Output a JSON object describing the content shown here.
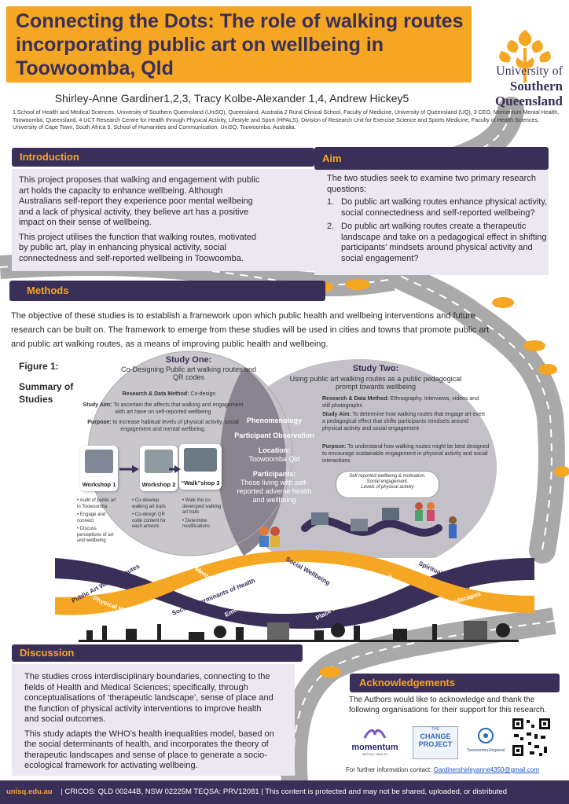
{
  "header": {
    "title": "Connecting the Dots: The role of walking routes incorporating public art on wellbeing in Toowoomba, Qld",
    "university_line1": "University of",
    "university_line2": "Southern",
    "university_line3": "Queensland"
  },
  "authors": "Shirley-Anne Gardiner1,2,3, Tracy Kolbe-Alexander 1,4, Andrew Hickey5",
  "affiliations": "1 School of Health and Medical Sciences, University of Southern Queensland (UniSQ), Queensland, Australia 2 Rural Clinical School, Faculty of Medicine, University of Queensland (UQ), 3 CEO, Momentum Mental Health, Toowoomba, Queensland, 4 UCT Research Centre for Health through Physical Activity, Lifestyle and Sport (HPALS), Division of Research Unit for Exercise Science and Sports Medicine, Faculty of Health Sciences, University of Cape Town, South Africa 5. School of Humanities and Communication, UniSQ, Toowoomba, Australia.",
  "introduction": {
    "heading": "Introduction",
    "p1": "This project proposes that walking and engagement with public art holds the capacity to enhance wellbeing. Although Australians self-report they experience poor mental wellbeing and a lack of physical activity, they believe art has a positive impact on their sense of wellbeing.",
    "p2": "This project utilises the function that walking routes, motivated by public art, play in enhancing physical activity, social connectedness and self-reported wellbeing in Toowoomba."
  },
  "aim": {
    "heading": "Aim",
    "intro": "The two studies seek to examine two primary research questions:",
    "items": [
      {
        "num": "1.",
        "text": "Do public art walking routes enhance physical activity, social connectedness and self-reported wellbeing?"
      },
      {
        "num": "2.",
        "text": "Do public art walking routes create a therapeutic landscape and take on a pedagogical effect in shifting participants' mindsets around physical activity and social engagement?"
      }
    ]
  },
  "methods": {
    "heading": "Methods",
    "text": "The objective of these studies is to establish a framework upon which public health and wellbeing interventions and future research can be built on. The framework to emerge from these studies will  be used in cities and towns that promote public art and public art walking routes, as a means of improving public health and wellbeing."
  },
  "figure": {
    "label": "Figure 1:",
    "caption": "Summary of Studies",
    "study1": {
      "title": "Study One:",
      "subtitle": "Co-Designing Public art walking routes and QR codes",
      "method_label": "Research & Data Method:",
      "method": "Co-design",
      "aim_label": "Study Aim:",
      "aim": "To ascertain the affects that walking and engagement with art have on self-reported wellbeing",
      "purpose_label": "Purpose:",
      "purpose": "to increase habitual levels of physical activity, social engagement and mental wellbeing.",
      "workshops": [
        {
          "label": "Workshop 1",
          "notes": [
            "Audit of public art in Toowoomba",
            "Engage and connect",
            "Discuss perceptions of art and wellbeing"
          ]
        },
        {
          "label": "Workshop 2",
          "notes": [
            "Co-develop walking art trails",
            "Co-design QR code content for each artwork"
          ]
        },
        {
          "label": "“Walk”shop 3",
          "notes": [
            "Walk the co-developed walking art trails",
            "Determine modifications"
          ]
        }
      ]
    },
    "overlap": {
      "l1": "Phenomenology",
      "l2": "Participant Observation",
      "loc_label": "Location:",
      "loc": "Toowoomba Qld",
      "part_label": "Participants:",
      "part": "Those living with self-reported adverse health and wellbeing"
    },
    "study2": {
      "title": "Study Two:",
      "subtitle": "Using public art walking routes as a public pedagogical prompt towards wellbeing",
      "method_label": "Research & Data Method:",
      "method": "Ethnography. Interviews, videos and still photographs",
      "aim_label": "Study Aim:",
      "aim": "To determine how walking routes that engage art exert a pedagogical effect that shifts participants mindsets around physical activity and social engagement",
      "purpose_label": "Purpose:",
      "purpose": "To understand how walking routes might be best designed to encourage sustainable engagement in physical activity and social interactions",
      "cloud_l1": "Self reported wellbeing & motivation.",
      "cloud_l2": "Social engagement.",
      "cloud_l3": "Levels of physical activity"
    },
    "bands": [
      "Public Art Walking routes",
      "Physical Wellbeing",
      "Mental &",
      "Social Determinants of Health",
      "Emotional Wellbeing",
      "Social Wellbeing",
      "Place and Human Geography",
      "Spiritual Wellbeing",
      "Therapeutic Landscapes"
    ]
  },
  "discussion": {
    "heading": "Discussion",
    "p1": "The studies cross interdisciplinary boundaries, connecting to the fields of Health and Medical Sciences; specifically, through conceptualisations of ‘therapeutic landscape’, sense of place and the function of physical activity interventions to improve health and social outcomes.",
    "p2": "This study adapts the WHO’s health inequalities model, based on the social determinants of health, and incorporates the theory of therapeutic landscapes and sense of place  to generate a socio-ecological framework for activating wellbeing."
  },
  "acknowledgements": {
    "heading": "Acknowledgements",
    "text": "The Authors would like to acknowledge and thank the following organisations for their support for this research.",
    "contact_label": "For further information contact:",
    "contact_email": "Gardinershirleyanne4350@gmail.com",
    "logo_momentum": "momentum",
    "logo_momentum_sub": "MENTAL HEALTH",
    "logo_change1": "THE",
    "logo_change2": "CHANGE",
    "logo_change3": "PROJECT",
    "logo_council": "Toowoomba Regional"
  },
  "footer": {
    "site": "unisq.edu.au",
    "text": " | CRICOS: QLD 00244B, NSW 02225M TEQSA: PRV12081 | This content is protected and may not be shared, uploaded, or distributed"
  },
  "colors": {
    "purple": "#3a2f58",
    "orange": "#f5a623",
    "road": "#a9a9a9",
    "lavender": "#ece7f1"
  }
}
